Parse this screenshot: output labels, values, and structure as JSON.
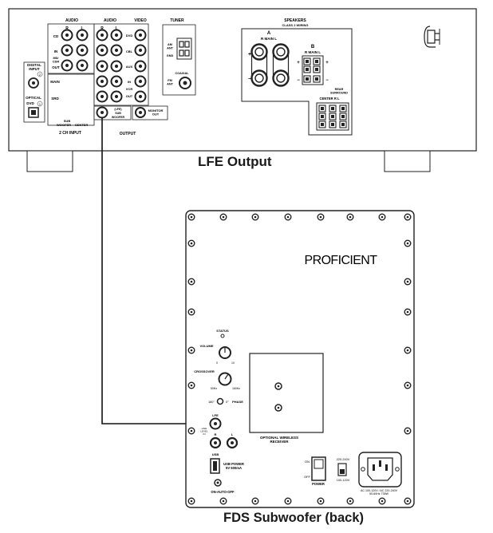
{
  "captions": {
    "lfe_output": "LFE Output",
    "subwoofer": "FDS Subwoofer (back)"
  },
  "receiver": {
    "headers": {
      "audio_left": "AUDIO",
      "audio_mid": "AUDIO",
      "video": "VIDEO",
      "tuner": "TUNER",
      "speakers": "SPEAKERS",
      "class2": "CLASS 2 WIRING"
    },
    "rl": {
      "r": "R",
      "l": "L"
    },
    "inputs_left": [
      "CD",
      "IN",
      "OUT"
    ],
    "md_cdr": "MD/\nCDR",
    "sub_rows": [
      "MAIN",
      "SRD"
    ],
    "sub_labels": {
      "sub": "SUB",
      "woofer": "WOOFER",
      "center": "CENTER"
    },
    "two_ch_input": "2 CH INPUT",
    "digital_input": "DIGITAL\nINPUT",
    "digital_num_2": "2",
    "optical": "OPTICAL",
    "dvd_label": "DVD",
    "digital_num_1": "1",
    "video_sources": [
      "DVD",
      "CBL",
      "AUX",
      "IN",
      "OUT"
    ],
    "vcr": "VCR",
    "lfe_sub": [
      "(LFE)",
      "SUB",
      "WOOFER"
    ],
    "monitor_out": "MONITOR\nOUT",
    "output": "OUTPUT",
    "tuner_labels": {
      "am_ant": "AM\nANT",
      "gnd": "GND",
      "coaxial": "COAXIAL",
      "fm_ant": "FM\nANT"
    },
    "speakers_a": {
      "label": "A",
      "sub": "R   MAIN   L"
    },
    "speakers_b": {
      "label": "B",
      "sub": "R   MAIN   L"
    },
    "rear_surround": "REAR\nSURROUND",
    "center_rl": "CENTER   R    L",
    "plus": "+",
    "minus": "−"
  },
  "subwoofer": {
    "brand": "PROFICIENT",
    "status": "STATUS",
    "volume": "VOLUME",
    "vol_min": "0",
    "vol_max": "10",
    "crossover": "CROSSOVER",
    "xo_min": "50Hz",
    "xo_max": "160Hz",
    "phase": "PHASE",
    "phase_180": "180°",
    "phase_0": "0°",
    "lfe": "LFE",
    "line_level_in": "LINE\nLEVEL\nIN",
    "r": "R",
    "l": "L",
    "usb": "USB",
    "usb_power": "USB POWER\n5V 500mA",
    "on_auto_off": "ON-AUTO-OFF",
    "optional_wireless": "OPTIONAL WIRELESS\nRECEIVER",
    "on": "ON",
    "off": "OFF",
    "power": "POWER",
    "v220": "220-240V",
    "v100": "100-120V",
    "ac_rating": "AC 100-120V / AC 220-240V\n50-60Hz 735W"
  }
}
